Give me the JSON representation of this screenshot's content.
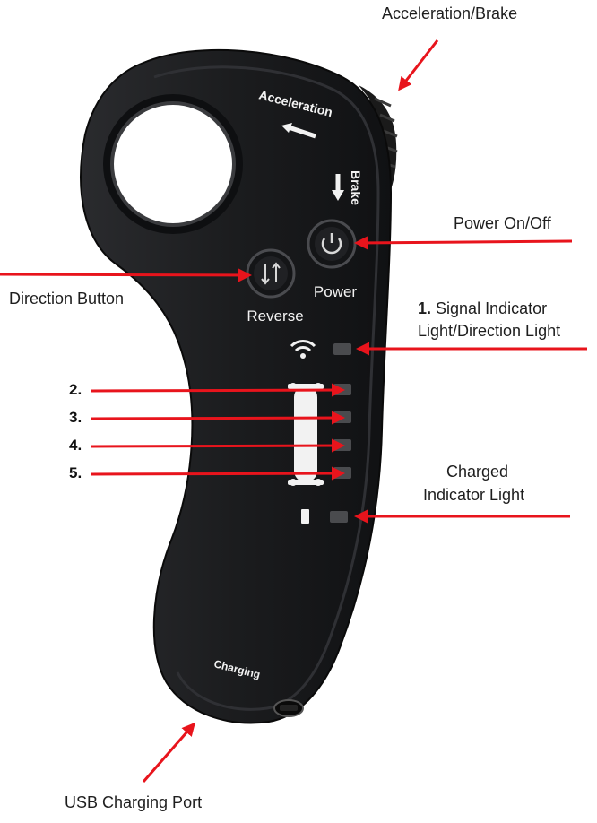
{
  "device": {
    "printed": {
      "acceleration": "Acceleration",
      "brake": "Brake",
      "power": "Power",
      "reverse": "Reverse",
      "charging": "Charging"
    },
    "body_color": "#1b1c1e",
    "printed_color": "#f2f2f2"
  },
  "callouts": {
    "acceleration_brake": "Acceleration/Brake",
    "power_on_off": "Power On/Off",
    "direction_button": "Direction Button",
    "signal_number": "1.",
    "signal_line1": "Signal Indicator",
    "signal_line2": "Light/Direction Light",
    "charged_line1": "Charged",
    "charged_line2": "Indicator Light",
    "usb_charging_port": "USB Charging Port"
  },
  "indicator_numbers": [
    "2.",
    "3.",
    "4.",
    "5."
  ],
  "colors": {
    "arrow": "#e8141c",
    "label_text": "#1e1e1e"
  }
}
